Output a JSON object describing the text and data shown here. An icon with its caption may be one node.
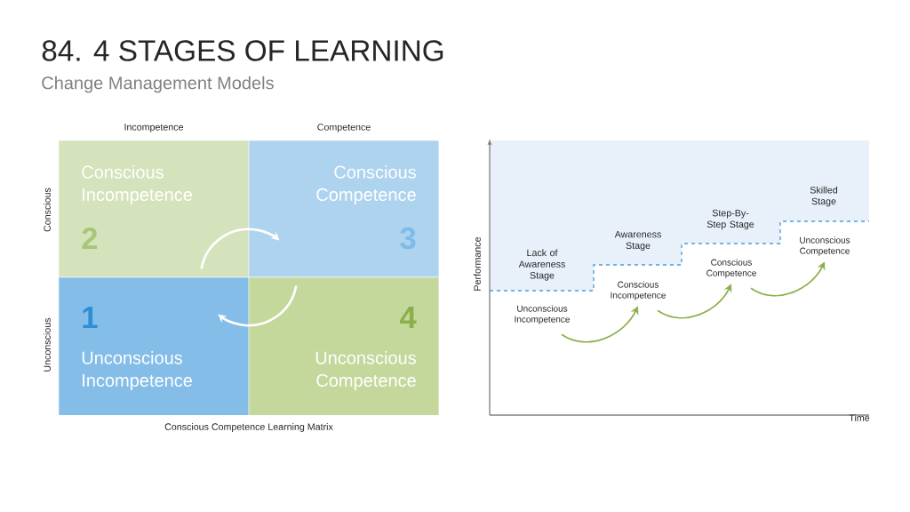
{
  "diagram": {
    "title": "84. 4 STAGES OF LEARNING",
    "caption": "Change Management Models",
    "nodes": [
      {
        "text": [
          "Conscious Incompetence",
          "2"
        ]
      },
      {
        "text": [
          "Conscious Competence",
          "3"
        ]
      },
      {
        "text": [
          "1",
          "Unconscious Incompetence"
        ]
      },
      {
        "text": [
          "4",
          "Unconscious Competence"
        ]
      },
      {
        "text": [
          "Unconscious Incompetence"
        ]
      },
      {
        "text": [
          "Conscious Incompetence"
        ]
      },
      {
        "text": [
          "Conscious Competence"
        ]
      },
      {
        "text": [
          "Unconscious Competence"
        ]
      }
    ],
    "edges": [
      {
        "from": 0,
        "to": 1,
        "arrow": "to",
        "color": "#ffffff"
      },
      {
        "from": 3,
        "to": 2,
        "arrow": "to",
        "color": "#ffffff"
      },
      {
        "from": 4,
        "to": 5,
        "arrow": "to"
      },
      {
        "from": 5,
        "to": 6,
        "arrow": "to"
      },
      {
        "from": 6,
        "to": 7,
        "arrow": "to"
      }
    ],
    "labels": [
      "Incompetence",
      "Competence",
      "Conscious",
      "Unconscious",
      "Conscious Competence Learning Matrix",
      "Skilled Stage",
      "Step-By-Step Stage",
      "Awareness Stage",
      "Lack of Awareness Stage",
      "Performance",
      "Time"
    ]
  }
}
